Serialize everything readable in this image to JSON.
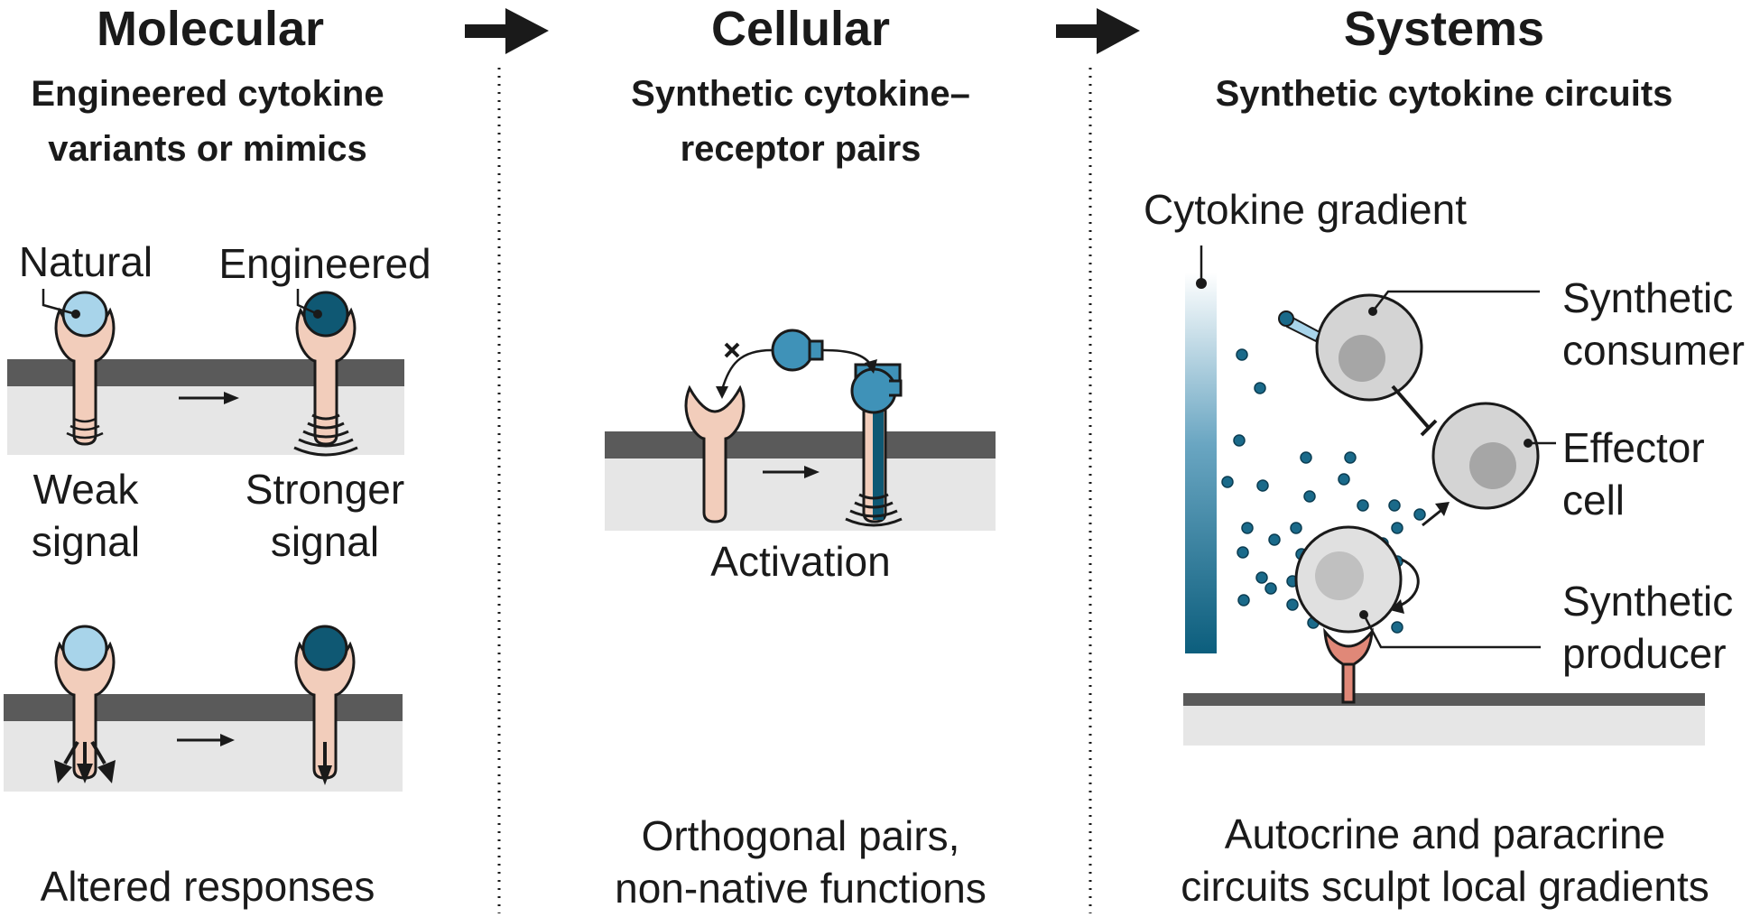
{
  "columns": {
    "molecular": {
      "title": "Molecular",
      "subtitle_line1": "Engineered cytokine",
      "subtitle_line2": "variants or mimics",
      "natural_label": "Natural",
      "engineered_label": "Engineered",
      "weak_line1": "Weak",
      "weak_line2": "signal",
      "stronger_line1": "Stronger",
      "stronger_line2": "signal",
      "caption": "Altered responses"
    },
    "cellular": {
      "title": "Cellular",
      "subtitle_line1": "Synthetic cytokine–",
      "subtitle_line2": "receptor pairs",
      "activation_label": "Activation",
      "caption_line1": "Orthogonal pairs,",
      "caption_line2": "non-native functions"
    },
    "systems": {
      "title": "Systems",
      "subtitle": "Synthetic cytokine circuits",
      "gradient_label": "Cytokine gradient",
      "consumer_line1": "Synthetic",
      "consumer_line2": "consumer",
      "effector_line1": "Effector",
      "effector_line2": "cell",
      "producer_line1": "Synthetic",
      "producer_line2": "producer",
      "caption_line1": "Autocrine and paracrine",
      "caption_line2": "circuits sculpt local gradients"
    }
  },
  "icons": {
    "flow_arrow": "right-arrow-icon",
    "blocked_mark": "x-icon"
  },
  "colors": {
    "membrane": "#5a5a5a",
    "cytoplasm": "#e6e6e6",
    "receptor": "#f2cdbb",
    "natural_cytokine": "#a8d4ea",
    "engineered_cytokine": "#0f5873",
    "synthetic_cytokine": "#3f92b8",
    "producer_receptor": "#e08878",
    "cell_fill": "#d4d4d4",
    "cell_nucleus": "#a6a6a6"
  }
}
